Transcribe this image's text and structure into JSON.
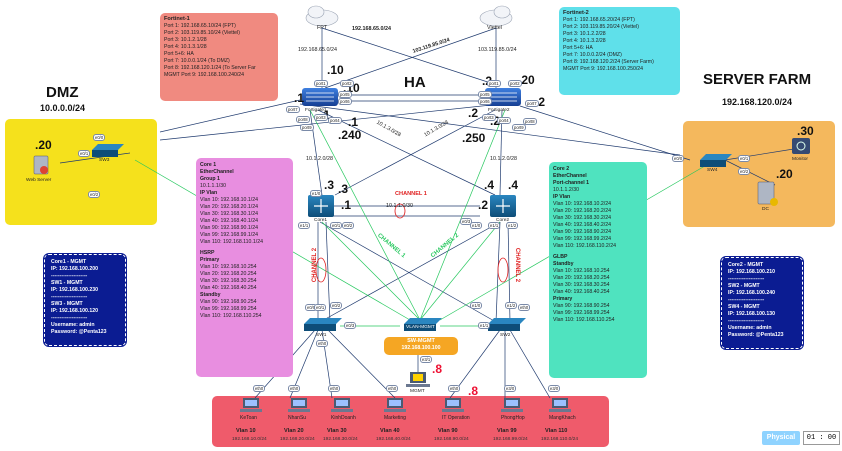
{
  "zones": {
    "dmz_title": "DMZ",
    "dmz_subnet": "10.0.0.0/24",
    "ha_title": "HA",
    "server_farm_title": "SERVER FARM",
    "server_farm_subnet": "192.168.120.0/24"
  },
  "clouds": {
    "fpt_label": "FPT",
    "fpt_subnet": "192.168.65.0/24",
    "viettel_label": "Viettel",
    "viettel_subnet": "103.119.85.0/24",
    "link_fpt": "192.168.65.0/24",
    "link_viettel": "103.119.85.0/24"
  },
  "fortinet1": {
    "title": "Fortinet-1",
    "lines": [
      "Port 1: 192.168.65.10/24 (FPT)",
      "Port 2: 103.119.85.10/24 (Viettel)",
      "Port 3: 10.1.2.1/28",
      "Port 4: 10.1.3.1/28",
      "Port 5+6: HA",
      "Port 7: 10.0.0.1/24 (To DMZ)",
      "Port 8: 192.168.120.1/24 (To Server Far",
      "MGMT Port 9: 192.168.100.240/24"
    ]
  },
  "fortinet2": {
    "title": "Fortinet-2",
    "lines": [
      "Port 1: 192.168.65.20/24 (FPT)",
      "Port 2: 103.119.85.20/24 (Viettel)",
      "Port 3: 10.1.2.2/28",
      "Port 4: 10.1.3.2/28",
      "Port 5+6: HA",
      "Port 7: 10.0.0.2/24 (DMZ)",
      "Port 8: 192.168.120.2/24 (Server Farm)",
      "MGMT Port 9: 192.168.100.250/24"
    ]
  },
  "core1": {
    "lines": [
      "Core 1",
      "EtherChannel",
      "Group 1",
      "10.1.1.1/30",
      "IP Vlan",
      "Vlan 10: 192.168.10.1/24",
      "Vlan 20: 192.168.20.1/24",
      "Vlan 30: 192.168.30.1/24",
      "Vlan 40: 192.168.40.1/24",
      "Vlan 90: 192.168.90.1/24",
      "Vlan 99: 192.168.99.1/24",
      "Vlan 110: 192.168.110.1/24",
      "",
      "HSRP",
      "Primary",
      "Vlan 10: 192.168.10.254",
      "Vlan 20: 192.168.20.254",
      "Vlan 30: 192.168.30.254",
      "Vlan 40: 192.168.40.254",
      "Standby",
      "Vlan 90: 192.168.90.254",
      "Vlan 99: 192.168.99.254",
      "Vlan 110: 192.168.110.254"
    ]
  },
  "core2": {
    "lines": [
      "Core 2",
      "EtherChannel",
      "Port-channel 1",
      "10.1.1.2/30",
      "IP Vlan",
      "Vlan 10: 192.168.10.2/24",
      "Vlan 20: 192.168.20.2/24",
      "Vlan 30: 192.168.30.2/24",
      "Vlan 40: 192.168.40.2/24",
      "Vlan 90: 192.168.90.2/24",
      "Vlan 99: 192.168.99.2/24",
      "Vlan 110: 192.168.110.2/24",
      "",
      "GLBP",
      "Standby",
      "Vlan 10: 192.168.10.254",
      "Vlan 20: 192.168.20.254",
      "Vlan 30: 192.168.30.254",
      "Vlan 40: 192.168.40.254",
      "Primary",
      "Vlan 90: 192.168.90.254",
      "Vlan 99: 192.168.99.254",
      "Vlan 110: 192.168.110.254"
    ]
  },
  "mgmt_left": {
    "lines": [
      "Core1 - MGMT",
      "IP: 192.168.100.200",
      "---------------------",
      "SW1 - MGMT",
      "IP: 192.168.100.230",
      "---------------------",
      "SW3 - MGMT",
      "IP: 192.168.100.120",
      "---------------------",
      "Username: admin",
      "Password: @Penta123"
    ]
  },
  "mgmt_right": {
    "lines": [
      "Core2 - MGMT",
      "IP: 192.168.100.210",
      "---------------------",
      "SW2 - MGMT",
      "IP: 192.168.100.240",
      "---------------------",
      "SW4 - MGMT",
      "IP: 192.168.100.130",
      "---------------------",
      "Username: admin",
      "Password: @Penta123"
    ]
  },
  "sw_mgmt": {
    "title": "SW-MGMT",
    "ip": "192.168.100.100",
    "vlan_label": "VLAN-MGMT"
  },
  "devices": {
    "fortigate1": "Fortigate1",
    "fortigate2": "Fortigate2",
    "core1": "Core1",
    "core2": "Core2",
    "sw1": "SW1",
    "sw2": "SW2",
    "sw3": "SW3",
    "sw4": "SW4",
    "web_server": "Web Server",
    "monitor": "Monitor",
    "dc": "DC",
    "mgmt_pc": "MGMT"
  },
  "ip_suffixes": {
    "fg1_port1": ".10",
    "fg1_port2": ".10",
    "fg2_port1": ".20",
    "fg2_port2": ".2",
    "fg1_dmz": ".1",
    "fg2_dmz": ".1",
    "fg1_p3": ".1",
    "fg1_p4": ".1",
    "fg2_p3": ".2",
    "fg2_p4": ".2",
    "fg2_sf": ".2",
    "fg1_low": ".240",
    "fg2_low": ".250",
    "core1_a": ".3",
    "core1_b": ".3",
    "core1_c": ".1",
    "core2_a": ".4",
    "core2_b": ".4",
    "core2_c": ".2",
    "web": ".20",
    "monitor": ".30",
    "dc": ".20",
    "mgmt_pc": ".8",
    "it_ops": ".8"
  },
  "links": {
    "fg1_core": "10.1.2.0/28",
    "fg2_core": "10.1.2.0/28",
    "cross_a": "10.1.3.0/28",
    "cross_b": "10.1.3.0/28",
    "core_link": "10.1.1.0/30",
    "channel1": "CHANNEL 1",
    "channel2_left": "CHANNEL 2",
    "channel2_right": "CHANNEL 2",
    "channel2_green": "CHANNEL 2",
    "channel1_green": "CHANNEL 1"
  },
  "ports": [
    "port1",
    "port2",
    "port1",
    "port2",
    "port5",
    "port6",
    "port5",
    "port6",
    "port7",
    "port8",
    "port3",
    "port4",
    "port3",
    "port4",
    "port9",
    "port9",
    "port7",
    "port8",
    "e0/0",
    "e0/1",
    "e0/2",
    "e0/0",
    "e0/1",
    "e0/2",
    "e1/0",
    "e1/1",
    "e0/1",
    "e0/2",
    "e0/3",
    "e1/0",
    "e1/1",
    "e1/2",
    "e0/0",
    "e0/1",
    "e0/2",
    "e0/3",
    "e1/0",
    "e1/1",
    "e1/2",
    "eth0",
    "eth0",
    "eth0",
    "eth0",
    "eth0",
    "eth0",
    "eth0",
    "e3/0",
    "e3/0",
    "e3/1"
  ],
  "pcs": [
    {
      "name": "KeToan",
      "vlan": "Vlan 10",
      "subnet": "192.168.10.0/24"
    },
    {
      "name": "NhanSu",
      "vlan": "Vlan 20",
      "subnet": "192.168.20.0/24"
    },
    {
      "name": "KinhDoanh",
      "vlan": "Vlan 30",
      "subnet": "192.168.30.0/24"
    },
    {
      "name": "Marketing",
      "vlan": "Vlan 40",
      "subnet": "192.168.40.0/24"
    },
    {
      "name": "IT Operation",
      "vlan": "Vlan 90",
      "subnet": "192.168.90.0/24"
    },
    {
      "name": "PhongHop",
      "vlan": "Vlan 99",
      "subnet": "192.168.99.0/24"
    },
    {
      "name": "MangKhach",
      "vlan": "Vlan 110",
      "subnet": "192.168.110.0/24"
    }
  ],
  "footer": {
    "physical": "Physical",
    "clock": "01 : 00"
  },
  "colors": {
    "fortinet_note": "#f08a80",
    "fortinet2_note": "#5fe0ea",
    "dmz_zone": "#f5e11c",
    "server_farm_zone": "#f4b85d",
    "core1_note": "#e88ee0",
    "core2_note": "#4fe3bf",
    "mgmt_note": "#0b1c92",
    "pc_zone": "#ef5b6b",
    "sw_mgmt_note": "#f5a623",
    "router_blue": "#2364c8",
    "switch_blue": "#15689a",
    "link_blue": "#1f3a6e",
    "link_green": "#27c85f",
    "channel_red": "#e02020"
  }
}
